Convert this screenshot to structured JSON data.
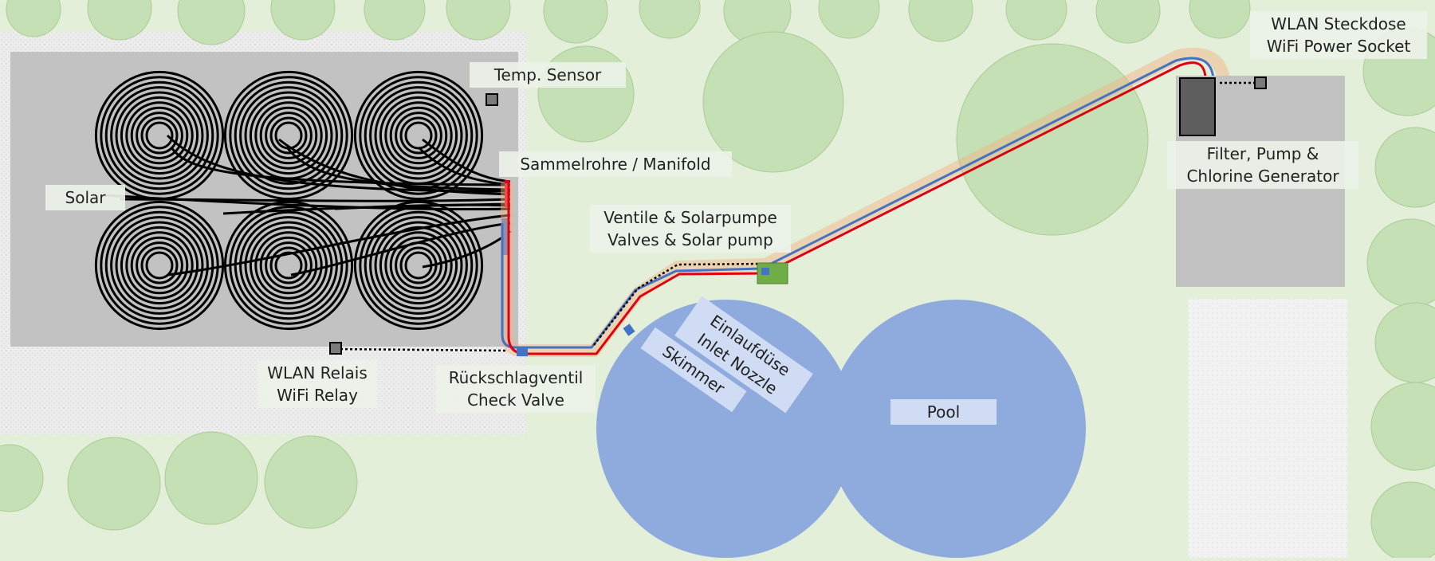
{
  "labels": {
    "solar": "Solar",
    "temp_sensor": "Temp. Sensor",
    "manifold": "Sammelrohre / Manifold",
    "valves": [
      "Ventile & Solarpumpe",
      "Valves & Solar pump"
    ],
    "wifi_relay": [
      "WLAN Relais",
      "WiFi Relay"
    ],
    "check_valve": [
      "Rückschlagventil",
      "Check Valve"
    ],
    "skimmer": "Skimmer",
    "inlet_nozzle": [
      "Einlaufdüse",
      "Inlet Nozzle"
    ],
    "pool": "Pool",
    "filter": [
      "Filter, Pump &",
      "Chlorine Generator"
    ],
    "wifi_socket": [
      "WLAN Steckdose",
      "WiFi Power Socket"
    ]
  },
  "colors": {
    "lawn": "#e3efd9",
    "path": "#efefef",
    "roof": "#c2c2c2",
    "tree": "#c5e0b4",
    "pool": "#8faadc",
    "pipe_hot": "#e0000f",
    "pipe_cold": "#4472c4",
    "pump": "#70ad47"
  }
}
